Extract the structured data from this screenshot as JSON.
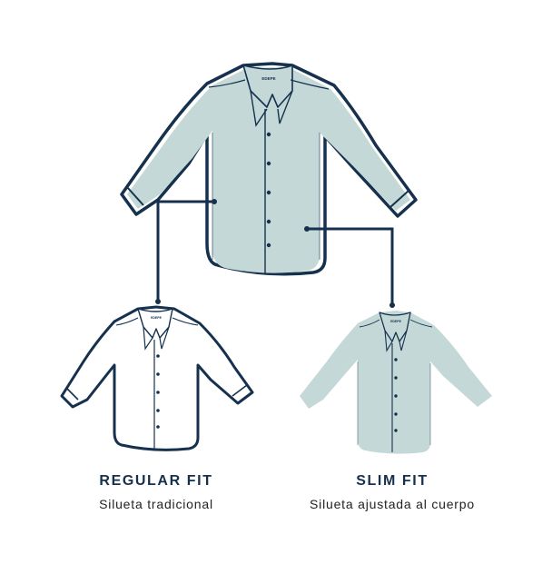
{
  "brand_tag": "EDEPE",
  "colors": {
    "outline": "#15314e",
    "fill_slim": "#c4d9d7",
    "fill_regular": "#ffffff",
    "connector": "#15314e"
  },
  "fits": [
    {
      "title": "REGULAR FIT",
      "subtitle": "Silueta tradicional"
    },
    {
      "title": "SLIM FIT",
      "subtitle": "Silueta ajustada al cuerpo"
    }
  ]
}
